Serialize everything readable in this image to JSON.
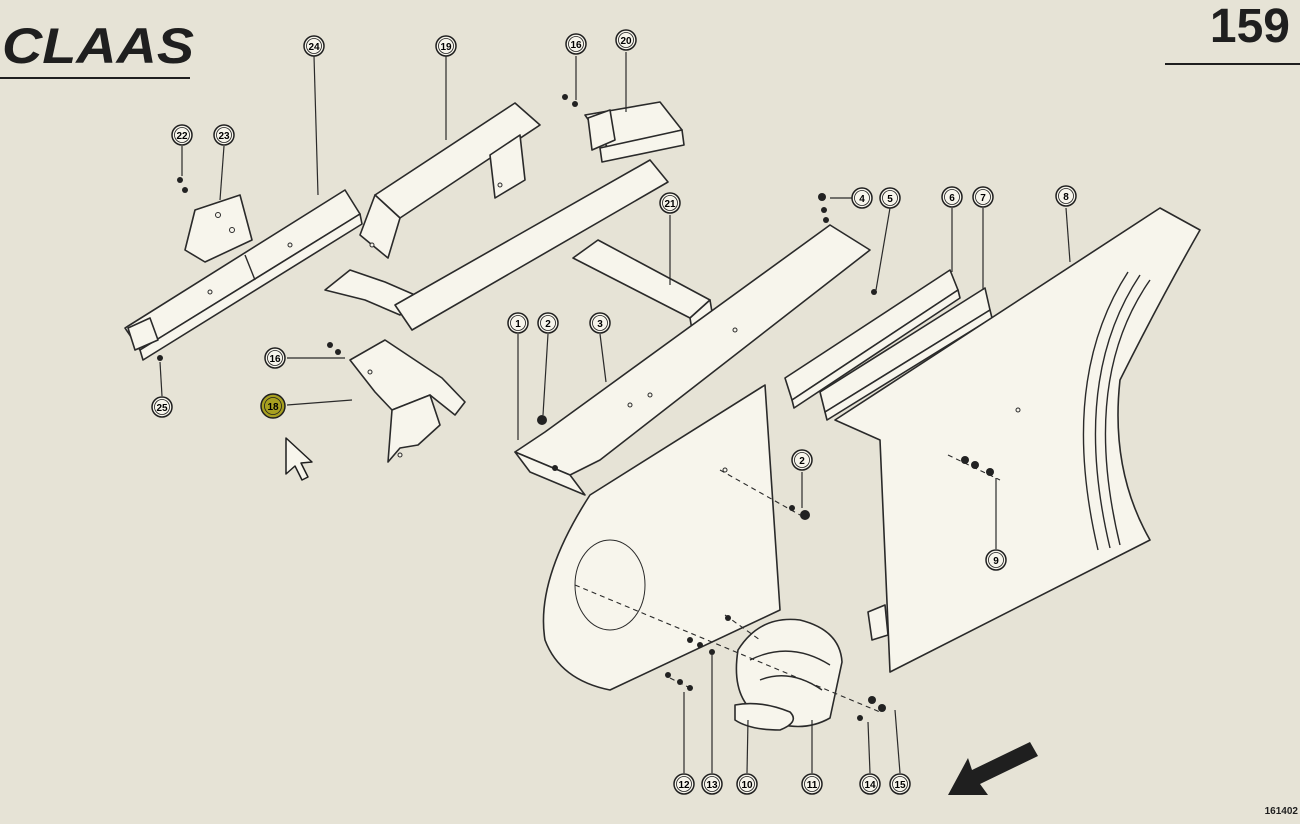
{
  "header": {
    "brand": "CLAAS",
    "page_number": "159"
  },
  "footer": {
    "diagram_code": "161402"
  },
  "callouts": [
    {
      "label": "24",
      "highlighted": false
    },
    {
      "label": "19",
      "highlighted": false
    },
    {
      "label": "16",
      "highlighted": false
    },
    {
      "label": "20",
      "highlighted": false
    },
    {
      "label": "22",
      "highlighted": false
    },
    {
      "label": "23",
      "highlighted": false
    },
    {
      "label": "21",
      "highlighted": false
    },
    {
      "label": "4",
      "highlighted": false
    },
    {
      "label": "5",
      "highlighted": false
    },
    {
      "label": "6",
      "highlighted": false
    },
    {
      "label": "7",
      "highlighted": false
    },
    {
      "label": "8",
      "highlighted": false
    },
    {
      "label": "1",
      "highlighted": false
    },
    {
      "label": "2",
      "highlighted": false
    },
    {
      "label": "3",
      "highlighted": false
    },
    {
      "label": "16",
      "highlighted": false
    },
    {
      "label": "18",
      "highlighted": true
    },
    {
      "label": "25",
      "highlighted": false
    },
    {
      "label": "2",
      "highlighted": false
    },
    {
      "label": "9",
      "highlighted": false
    },
    {
      "label": "12",
      "highlighted": false
    },
    {
      "label": "13",
      "highlighted": false
    },
    {
      "label": "10",
      "highlighted": false
    },
    {
      "label": "11",
      "highlighted": false
    },
    {
      "label": "14",
      "highlighted": false
    },
    {
      "label": "15",
      "highlighted": false
    }
  ],
  "colors": {
    "background": "#e6e3d6",
    "ink": "#1f1f1f",
    "highlight": "#a8a020"
  },
  "icons": {
    "cursor": "mouse-pointer-icon",
    "direction": "direction-arrow-icon"
  }
}
